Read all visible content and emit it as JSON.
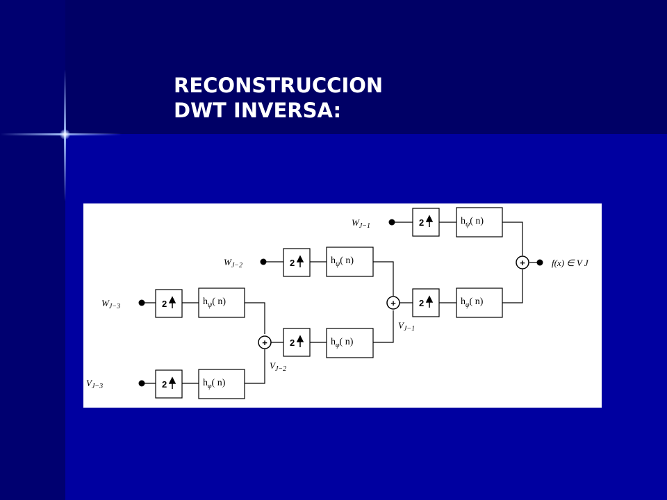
{
  "title": {
    "line1": "RECONSTRUCCION",
    "line2": "DWT INVERSA:"
  },
  "diagram": {
    "inputs": [
      {
        "main": "W",
        "sub": "J−1"
      },
      {
        "main": "W",
        "sub": "J−2"
      },
      {
        "main": "W",
        "sub": "J−3"
      },
      {
        "main": "V",
        "sub": "J−3"
      }
    ],
    "upsample_label": "2",
    "filter_psi": {
      "h": "h",
      "sub": "ψ",
      "arg": "( n)"
    },
    "filter_phi": {
      "h": "h",
      "sub": "φ",
      "arg": "( n)"
    },
    "sum_symbol": "+",
    "intermediate": [
      {
        "main": "V",
        "sub": "J−2"
      },
      {
        "main": "V",
        "sub": "J−1"
      }
    ],
    "output": "f(x) ∈ V J"
  }
}
